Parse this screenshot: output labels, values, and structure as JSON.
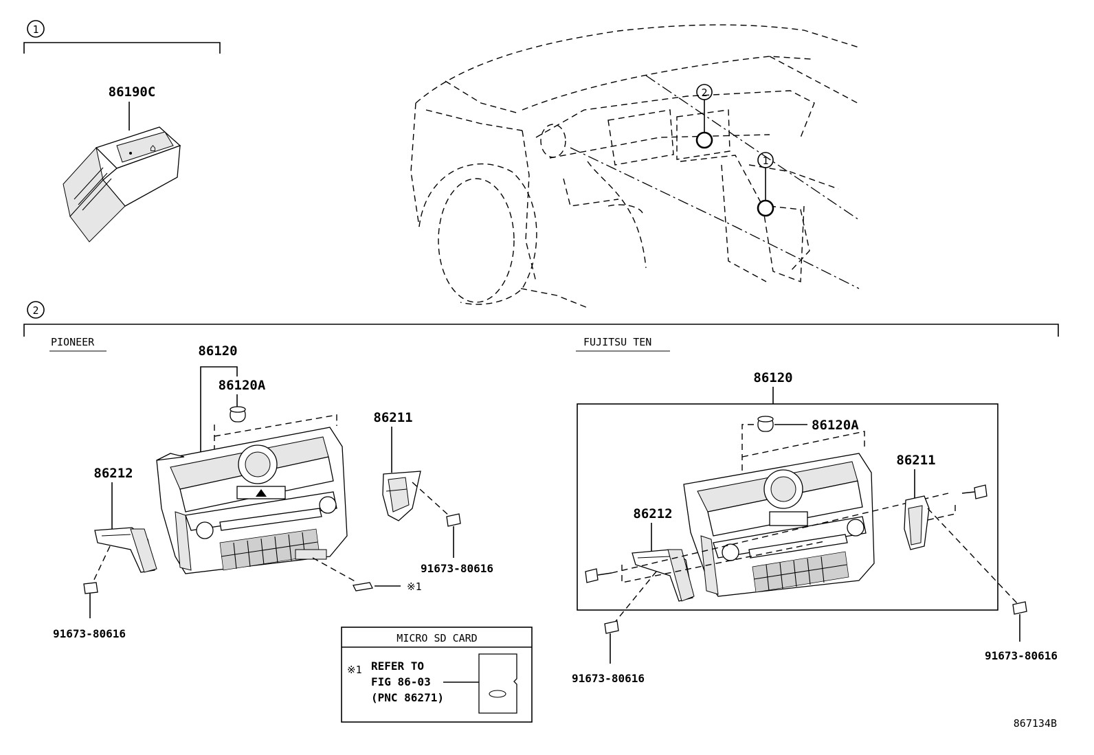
{
  "sections": {
    "s1_marker": "1",
    "s2_marker": "2"
  },
  "parts": {
    "p_86190c": "86190C",
    "pio_86120": "86120",
    "pio_86120a": "86120A",
    "pio_86211": "86211",
    "pio_86212": "86212",
    "pio_bolt_a": "91673-80616",
    "pio_bolt_b": "91673-80616",
    "fuj_86120": "86120",
    "fuj_86120a": "86120A",
    "fuj_86211": "86211",
    "fuj_86212": "86212",
    "fuj_bolt_a": "91673-80616",
    "fuj_bolt_b": "91673-80616"
  },
  "labels": {
    "pioneer": "PIONEER",
    "fujitsu": "FUJITSU TEN",
    "note_ref": "※1"
  },
  "vehicle_markers": {
    "m1": "1",
    "m2": "2"
  },
  "sdcard_box": {
    "title": "MICRO SD CARD",
    "ref_mark": "※1",
    "line1": "REFER TO",
    "line2": "FIG 86-03",
    "line3": "(PNC 86271)"
  },
  "figure_id": "867134B"
}
